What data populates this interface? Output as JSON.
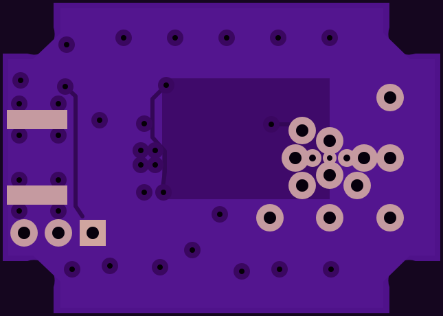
{
  "view": {
    "type": "pcb-board-render",
    "layer": "bottom-copper"
  },
  "colors": {
    "background": "#2a0a40",
    "board_edge": "#15061f",
    "copper_fill": "#4f128a",
    "copper_inner": "#53158f",
    "board_dark": "#3f0b6d",
    "keepout": "#3f0a6a",
    "trace": "#330756",
    "pad_copper": "#c59aa0",
    "pad_square": "#d0a59f",
    "hole": "#07000c",
    "via_ring": "#3a0760",
    "via_hole": "#050007"
  },
  "board": {
    "corner_cutouts": 4,
    "mounting_holes": 0
  },
  "components": {
    "rect_pads": 2,
    "square_pads": 1,
    "round_tht_pads": 15,
    "small_pads": 3,
    "vias": 40
  }
}
